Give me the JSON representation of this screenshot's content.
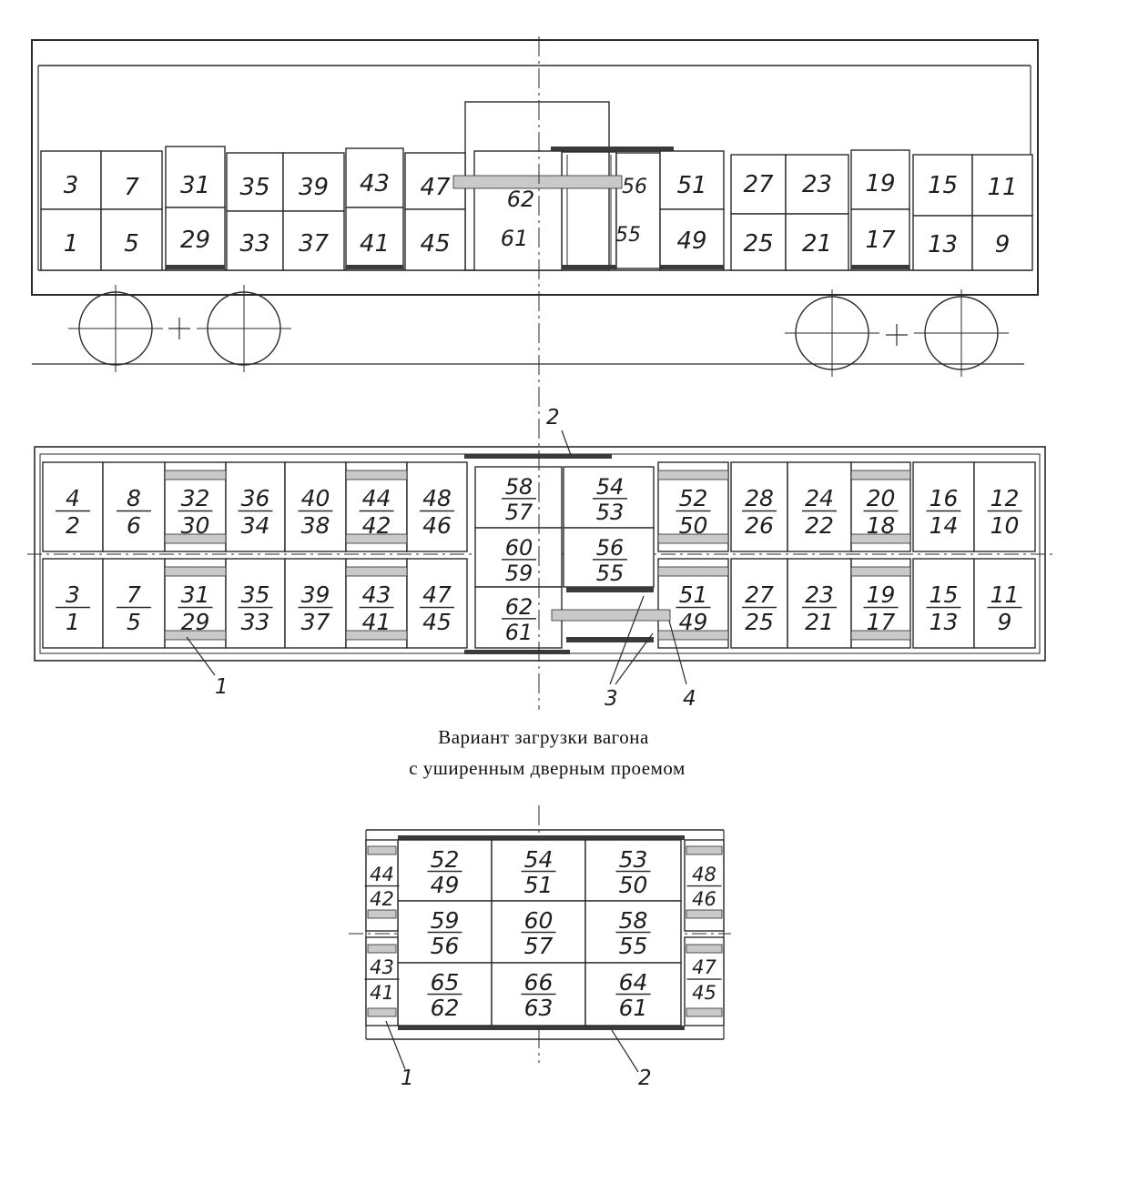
{
  "caption": {
    "line1": "Вариант загрузки вагона",
    "line2": "с уширенным дверным проемом"
  },
  "side_view": {
    "rows": [
      [
        "3",
        "7",
        "31",
        "35",
        "39",
        "43",
        "47",
        "62",
        "56",
        "51",
        "27",
        "23",
        "19",
        "15",
        "11"
      ],
      [
        "1",
        "5",
        "29",
        "33",
        "37",
        "41",
        "45",
        "61",
        "55",
        "49",
        "25",
        "21",
        "17",
        "13",
        "9"
      ]
    ]
  },
  "plan_view": {
    "row_top": [
      {
        "top": "4",
        "bottom": "2"
      },
      {
        "top": "8",
        "bottom": "6"
      },
      {
        "top": "32",
        "bottom": "30"
      },
      {
        "top": "36",
        "bottom": "34"
      },
      {
        "top": "40",
        "bottom": "38"
      },
      {
        "top": "44",
        "bottom": "42"
      },
      {
        "top": "48",
        "bottom": "46"
      },
      {
        "top": "52",
        "bottom": "50"
      },
      {
        "top": "28",
        "bottom": "26"
      },
      {
        "top": "24",
        "bottom": "22"
      },
      {
        "top": "20",
        "bottom": "18"
      },
      {
        "top": "16",
        "bottom": "14"
      },
      {
        "top": "12",
        "bottom": "10"
      }
    ],
    "row_bottom": [
      {
        "top": "3",
        "bottom": "1"
      },
      {
        "top": "7",
        "bottom": "5"
      },
      {
        "top": "31",
        "bottom": "29"
      },
      {
        "top": "35",
        "bottom": "33"
      },
      {
        "top": "39",
        "bottom": "37"
      },
      {
        "top": "43",
        "bottom": "41"
      },
      {
        "top": "47",
        "bottom": "45"
      },
      {
        "top": "51",
        "bottom": "49"
      },
      {
        "top": "27",
        "bottom": "25"
      },
      {
        "top": "23",
        "bottom": "21"
      },
      {
        "top": "19",
        "bottom": "17"
      },
      {
        "top": "15",
        "bottom": "13"
      },
      {
        "top": "11",
        "bottom": "9"
      }
    ],
    "door_left": [
      {
        "top": "58",
        "bottom": "57"
      },
      {
        "top": "60",
        "bottom": "59"
      },
      {
        "top": "62",
        "bottom": "61"
      }
    ],
    "door_right": [
      {
        "top": "54",
        "bottom": "53"
      },
      {
        "top": "56",
        "bottom": "55"
      }
    ],
    "callouts": [
      "1",
      "2",
      "3",
      "4"
    ]
  },
  "door_detail": {
    "side_left": [
      {
        "top": "44",
        "bottom": "42"
      },
      {
        "top": "43",
        "bottom": "41"
      }
    ],
    "side_right": [
      {
        "top": "48",
        "bottom": "46"
      },
      {
        "top": "47",
        "bottom": "45"
      }
    ],
    "grid": [
      [
        {
          "top": "52",
          "bottom": "49"
        },
        {
          "top": "54",
          "bottom": "51"
        },
        {
          "top": "53",
          "bottom": "50"
        }
      ],
      [
        {
          "top": "59",
          "bottom": "56"
        },
        {
          "top": "60",
          "bottom": "57"
        },
        {
          "top": "58",
          "bottom": "55"
        }
      ],
      [
        {
          "top": "65",
          "bottom": "62"
        },
        {
          "top": "66",
          "bottom": "63"
        },
        {
          "top": "64",
          "bottom": "61"
        }
      ]
    ],
    "callouts": [
      "1",
      "2"
    ]
  },
  "colors": {
    "ink": "#2a2a2a",
    "pad": "#c9c9c9"
  }
}
